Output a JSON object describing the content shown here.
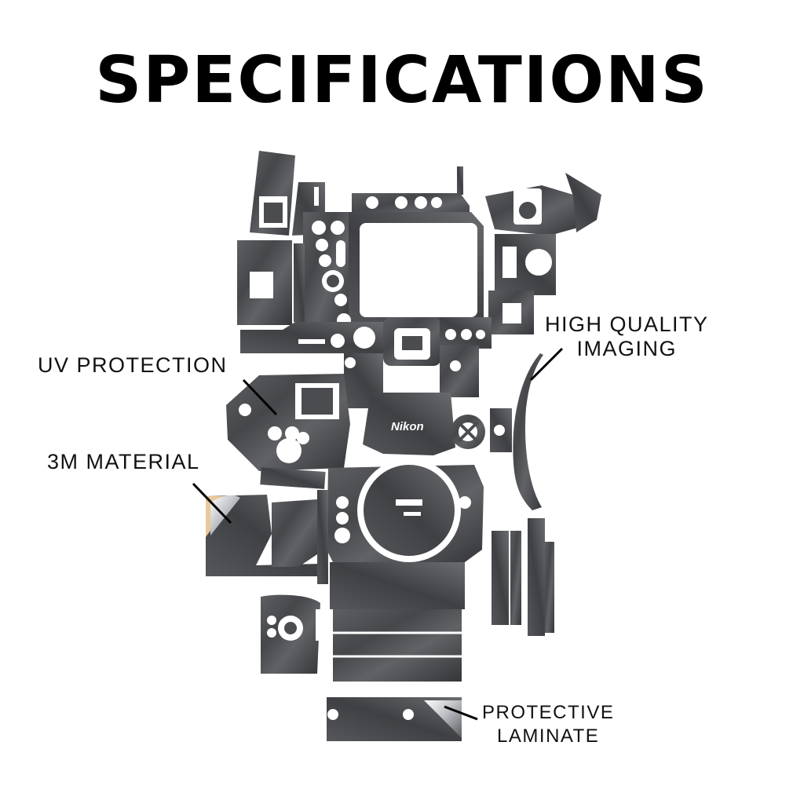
{
  "title": "SPECIFICATIONS",
  "callouts": {
    "uv_protection": "UV PROTECTION",
    "material": "3M MATERIAL",
    "imaging_line1": "HIGH QUALITY",
    "imaging_line2": "IMAGING",
    "laminate_line1": "PROTECTIVE",
    "laminate_line2": "LAMINATE"
  },
  "brand_mark": "Nikon",
  "colors": {
    "background": "#ffffff",
    "skin_dark": "#3a3b3d",
    "skin_light": "#6c6e72",
    "backing_paper": "#e9c89a",
    "text": "#111111"
  }
}
